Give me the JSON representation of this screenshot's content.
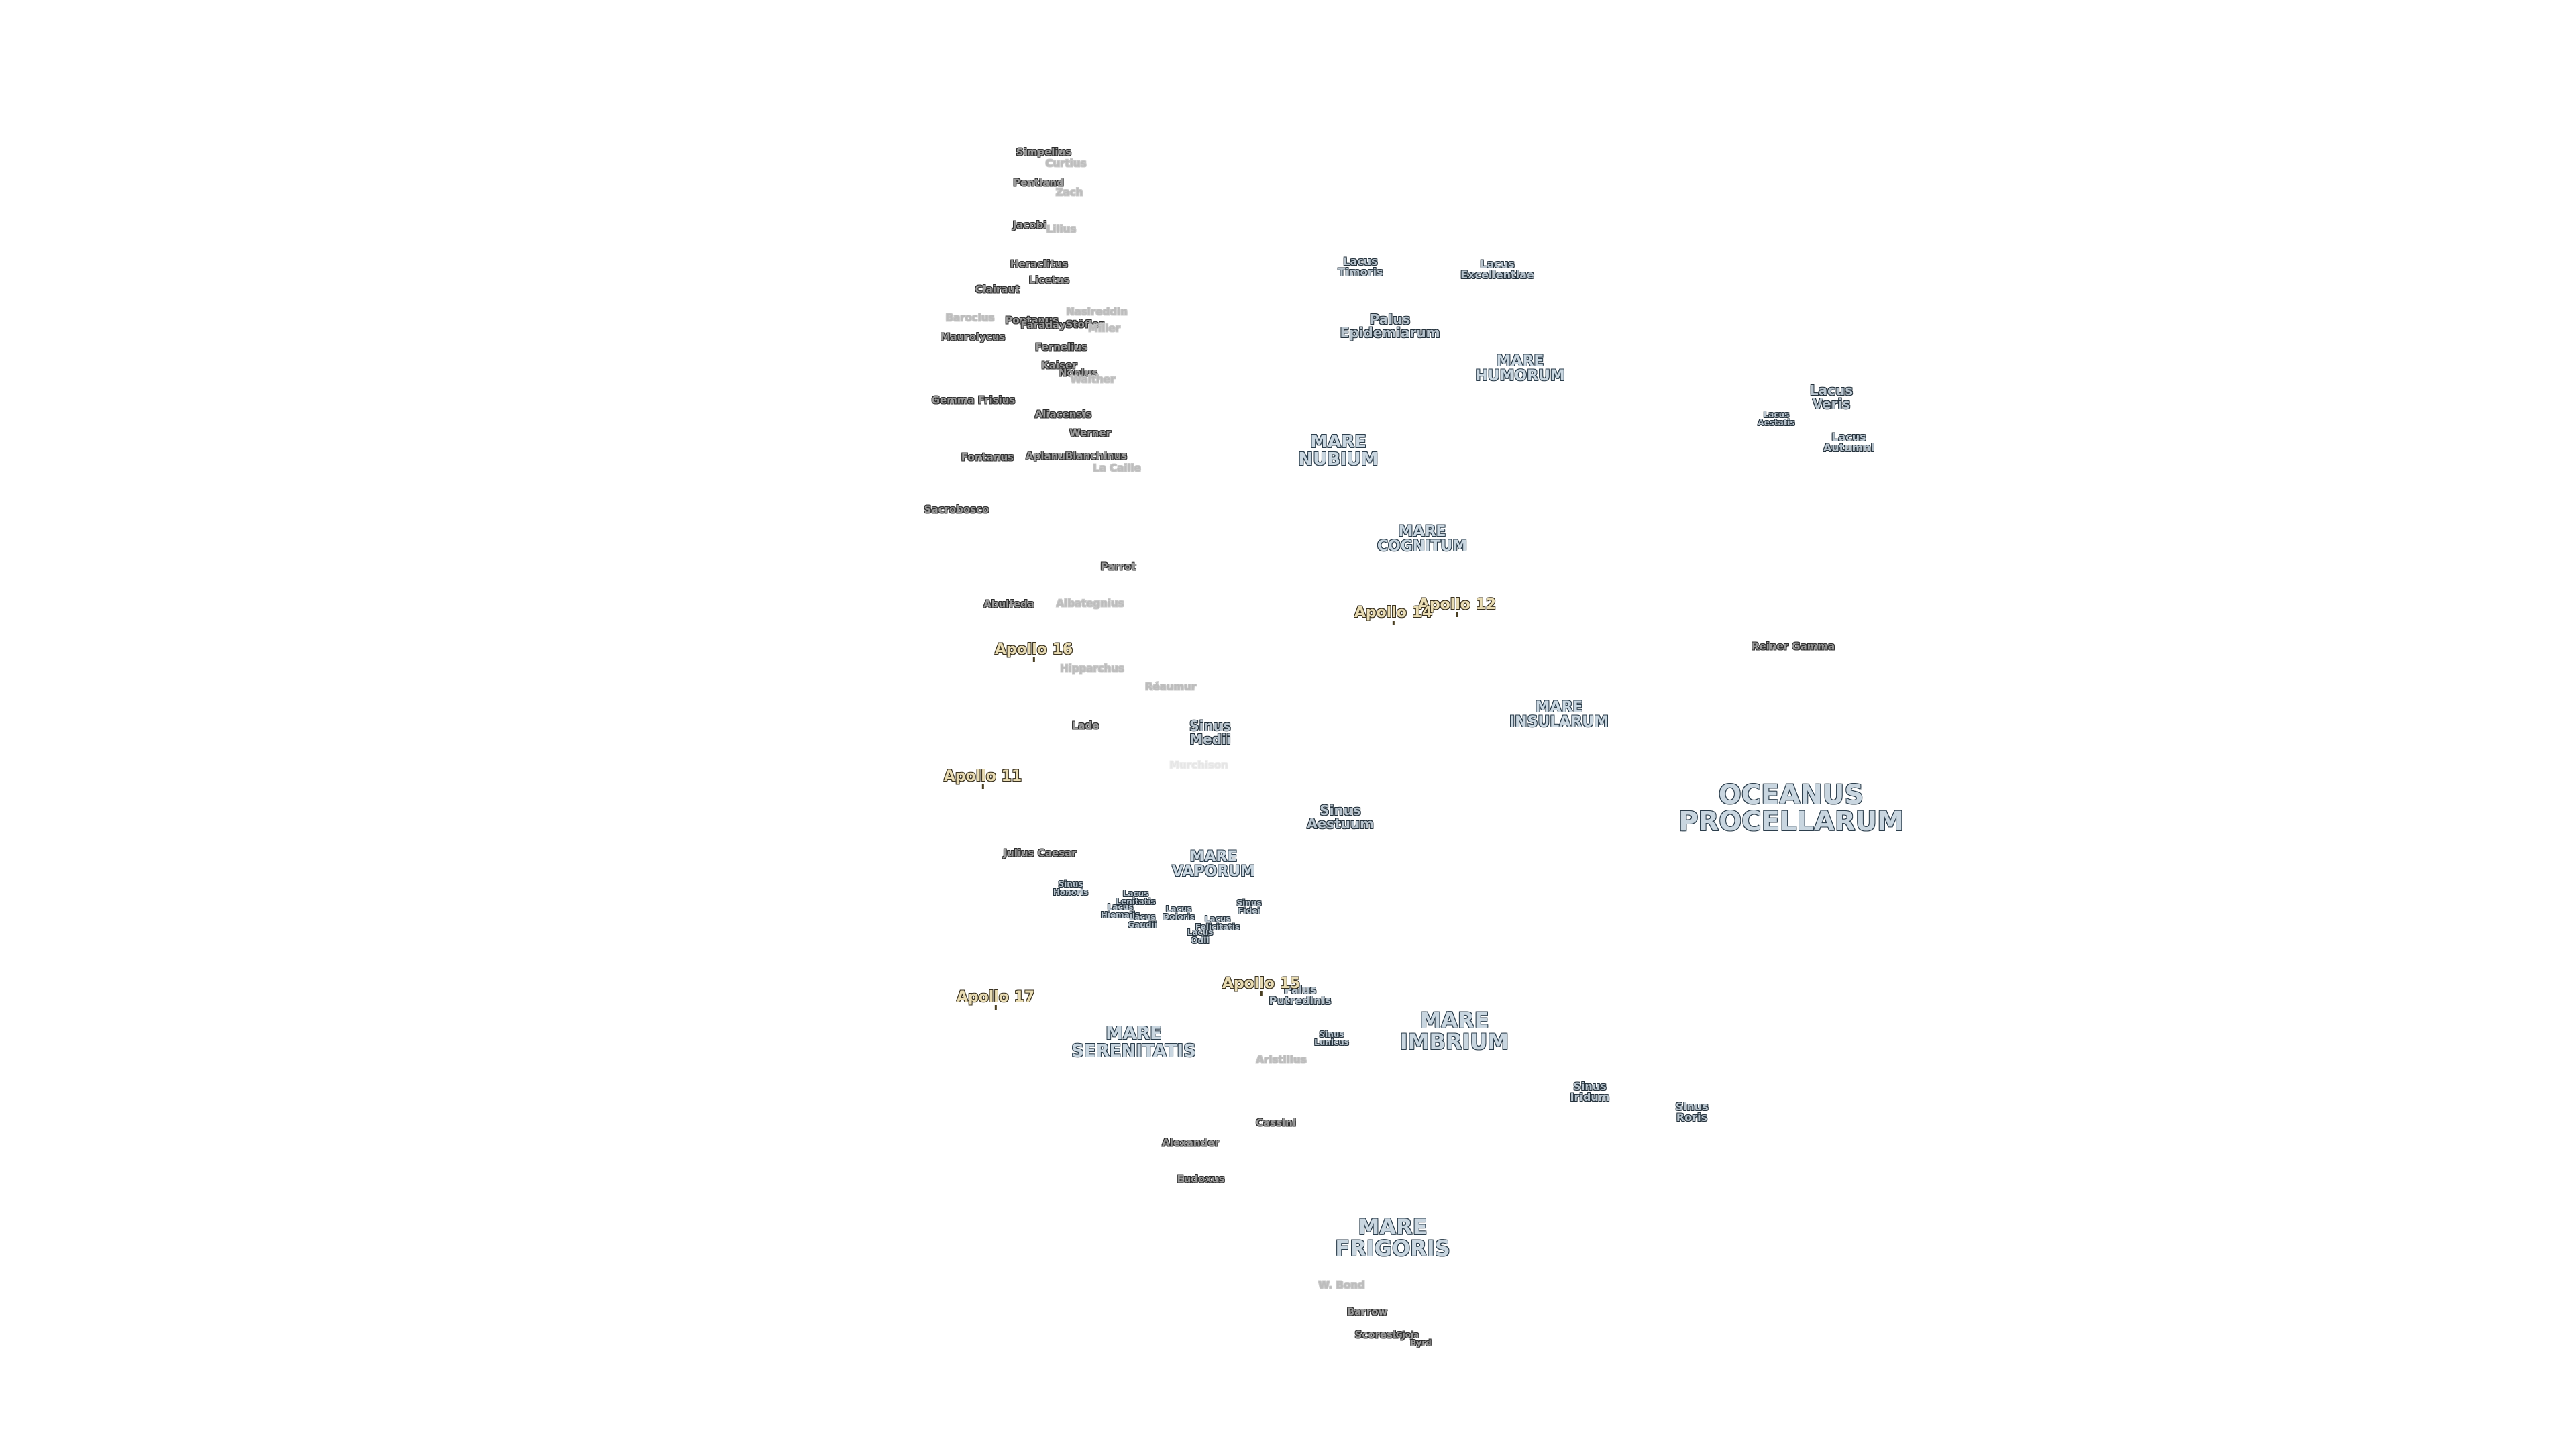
{
  "labels": [
    {
      "id": "sinus-medii",
      "text": "Sinus Medii",
      "cls": "feature mid"
    },
    {
      "id": "julius-caesar",
      "text": "Julius Caesar",
      "cls": "crater"
    },
    {
      "id": "sinus-honoris",
      "text": "Sinus Honoris",
      "cls": "feature sm"
    },
    {
      "id": "lacus-lenitatis",
      "text": "Lacus Lenitatis",
      "cls": "feature sm"
    },
    {
      "id": "lacus-hiemalis",
      "text": "Lacus Hiemalis",
      "cls": "feature sm"
    },
    {
      "id": "lacus-gaudii",
      "text": "Lacus Gaudii",
      "cls": "feature sm"
    },
    {
      "id": "lacus-doloris",
      "text": "Lacus Doloris",
      "cls": "feature sm"
    },
    {
      "id": "lacus-odii",
      "text": "Lacus Odii",
      "cls": "feature sm"
    },
    {
      "id": "lacus-felicitatis",
      "text": "Lacus Felicitatis",
      "cls": "feature sm"
    },
    {
      "id": "sinus-fidei",
      "text": "Sinus Fidei",
      "cls": "feature sm"
    },
    {
      "id": "palus-putredinis",
      "text": "Palus Putredinis",
      "cls": "feature"
    },
    {
      "id": "sinus-lunicus",
      "text": "Sinus Lunicus",
      "cls": "feature sm"
    },
    {
      "id": "aristillus",
      "text": "Aristillus",
      "cls": "crater fade"
    },
    {
      "id": "cassini",
      "text": "Cassini",
      "cls": "crater"
    },
    {
      "id": "alexander",
      "text": "Alexander",
      "cls": "crater"
    },
    {
      "id": "eudoxus",
      "text": "Eudoxus",
      "cls": "crater"
    },
    {
      "id": "w-bond",
      "text": "W. Bond",
      "cls": "crater fade"
    },
    {
      "id": "barrow",
      "text": "Barrow",
      "cls": "crater"
    },
    {
      "id": "scoresby",
      "text": "Scoresby",
      "cls": "crater"
    },
    {
      "id": "gioja",
      "text": "Gioja",
      "cls": "crater sm"
    },
    {
      "id": "byrd",
      "text": "Byrd",
      "cls": "crater sm"
    },
    {
      "id": "sinus-iridum",
      "text": "Sinus Iridum",
      "cls": "feature"
    },
    {
      "id": "sinus-roris",
      "text": "Sinus Roris",
      "cls": "feature"
    },
    {
      "id": "reiner-gamma",
      "text": "Reiner Gamma",
      "cls": "crater"
    },
    {
      "id": "lacus-veris",
      "text": "Lacus Veris",
      "cls": "feature mid"
    },
    {
      "id": "lacus-autumni",
      "text": "Lacus Autumni",
      "cls": "feature"
    },
    {
      "id": "lacus-aestatis",
      "text": "Lacus Aestatis",
      "cls": "feature sm"
    },
    {
      "id": "lacus-timoris",
      "text": "Lacus Timoris",
      "cls": "feature"
    },
    {
      "id": "lacus-excellentiae",
      "text": "Lacus Excellentiae",
      "cls": "feature"
    },
    {
      "id": "palus-epidemiarum",
      "text": "Palus Epidemiarum",
      "cls": "feature mid"
    },
    {
      "id": "lade",
      "text": "Lade",
      "cls": "crater"
    },
    {
      "id": "murchison",
      "text": "Murchison",
      "cls": "crater ghost"
    },
    {
      "id": "reaumur",
      "text": "Réaumur",
      "cls": "crater fade"
    },
    {
      "id": "hipparchus",
      "text": "Hipparchus",
      "cls": "crater fade"
    },
    {
      "id": "albategnius",
      "text": "Albategnius",
      "cls": "crater fade"
    },
    {
      "id": "abulfeda",
      "text": "Abulfeda",
      "cls": "crater"
    },
    {
      "id": "parrot",
      "text": "Parrot",
      "cls": "crater"
    },
    {
      "id": "sacrobosco",
      "text": "Sacrobosco",
      "cls": "crater"
    },
    {
      "id": "fontanus",
      "text": "Fontanus",
      "cls": "crater"
    },
    {
      "id": "apianus",
      "text": "Apianus",
      "cls": "crater"
    },
    {
      "id": "blanchinus",
      "text": "Blanchinus",
      "cls": "crater"
    },
    {
      "id": "la-caille",
      "text": "La Caille",
      "cls": "crater fade"
    },
    {
      "id": "werner",
      "text": "Werner",
      "cls": "crater"
    },
    {
      "id": "aliacensis",
      "text": "Aliacensis",
      "cls": "crater"
    },
    {
      "id": "gemma-frisius",
      "text": "Gemma Frisius",
      "cls": "crater"
    },
    {
      "id": "kaiser",
      "text": "Kaiser",
      "cls": "crater"
    },
    {
      "id": "nonius",
      "text": "Nonius",
      "cls": "crater"
    },
    {
      "id": "walther",
      "text": "Walther",
      "cls": "crater fade"
    },
    {
      "id": "pontanus",
      "text": "Pontanus",
      "cls": "crater"
    },
    {
      "id": "faraday",
      "text": "Faraday",
      "cls": "crater"
    },
    {
      "id": "stoefler",
      "text": "Stöfler",
      "cls": "crater"
    },
    {
      "id": "fernelius",
      "text": "Fernelius",
      "cls": "crater"
    },
    {
      "id": "maurolycus",
      "text": "Maurolycus",
      "cls": "crater"
    },
    {
      "id": "barocius",
      "text": "Barocius",
      "cls": "crater fade"
    },
    {
      "id": "clairaut",
      "text": "Clairaut",
      "cls": "crater"
    },
    {
      "id": "licetus",
      "text": "Licetus",
      "cls": "crater"
    },
    {
      "id": "heraclitus",
      "text": "Heraclitus",
      "cls": "crater"
    },
    {
      "id": "jacobi",
      "text": "Jacobi",
      "cls": "crater"
    },
    {
      "id": "lilius",
      "text": "Lilius",
      "cls": "crater fade"
    },
    {
      "id": "pentland",
      "text": "Pentland",
      "cls": "crater"
    },
    {
      "id": "zach",
      "text": "Zach",
      "cls": "crater fade"
    },
    {
      "id": "simpelius",
      "text": "Simpelius",
      "cls": "crater"
    },
    {
      "id": "curtius",
      "text": "Curtius",
      "cls": "crater fade"
    },
    {
      "id": "nasireddin",
      "text": "Nasireddin",
      "cls": "crater fade"
    },
    {
      "id": "miller",
      "text": "Miller",
      "cls": "crater fade"
    }
  ],
  "maria": [
    {
      "id": "oceanus-procellarum",
      "lines": [
        "OCEANUS",
        "PROCELLARUM"
      ],
      "cls": "mare xl"
    },
    {
      "id": "mare-imbrium",
      "lines": [
        "MARE",
        "IMBRIUM"
      ],
      "cls": "mare lg"
    },
    {
      "id": "mare-frigoris",
      "lines": [
        "MARE",
        "FRIGORIS"
      ],
      "cls": "mare lg"
    },
    {
      "id": "mare-serenitatis",
      "lines": [
        "MARE",
        "SERENITATIS"
      ],
      "cls": "mare md"
    },
    {
      "id": "mare-nubium",
      "lines": [
        "MARE",
        "NUBIUM"
      ],
      "cls": "mare md"
    },
    {
      "id": "mare-insularum",
      "lines": [
        "MARE",
        "INSULARUM"
      ],
      "cls": "mare"
    },
    {
      "id": "mare-humorum",
      "lines": [
        "MARE",
        "HUMORUM"
      ],
      "cls": "mare"
    },
    {
      "id": "mare-cognitum",
      "lines": [
        "MARE",
        "COGNITUM"
      ],
      "cls": "mare"
    },
    {
      "id": "mare-vaporum",
      "lines": [
        "MARE",
        "VAPORUM"
      ],
      "cls": "mare"
    },
    {
      "id": "sinus-aestuum",
      "lines": [
        "Sinus",
        "Aestuum"
      ],
      "cls": "feature mid"
    }
  ],
  "apollo": [
    {
      "id": "apollo-11",
      "text": "Apollo 11"
    },
    {
      "id": "apollo-12",
      "text": "Apollo 12"
    },
    {
      "id": "apollo-14",
      "text": "Apollo 14"
    },
    {
      "id": "apollo-15",
      "text": "Apollo 15"
    },
    {
      "id": "apollo-16",
      "text": "Apollo 16"
    },
    {
      "id": "apollo-17",
      "text": "Apollo 17"
    }
  ]
}
